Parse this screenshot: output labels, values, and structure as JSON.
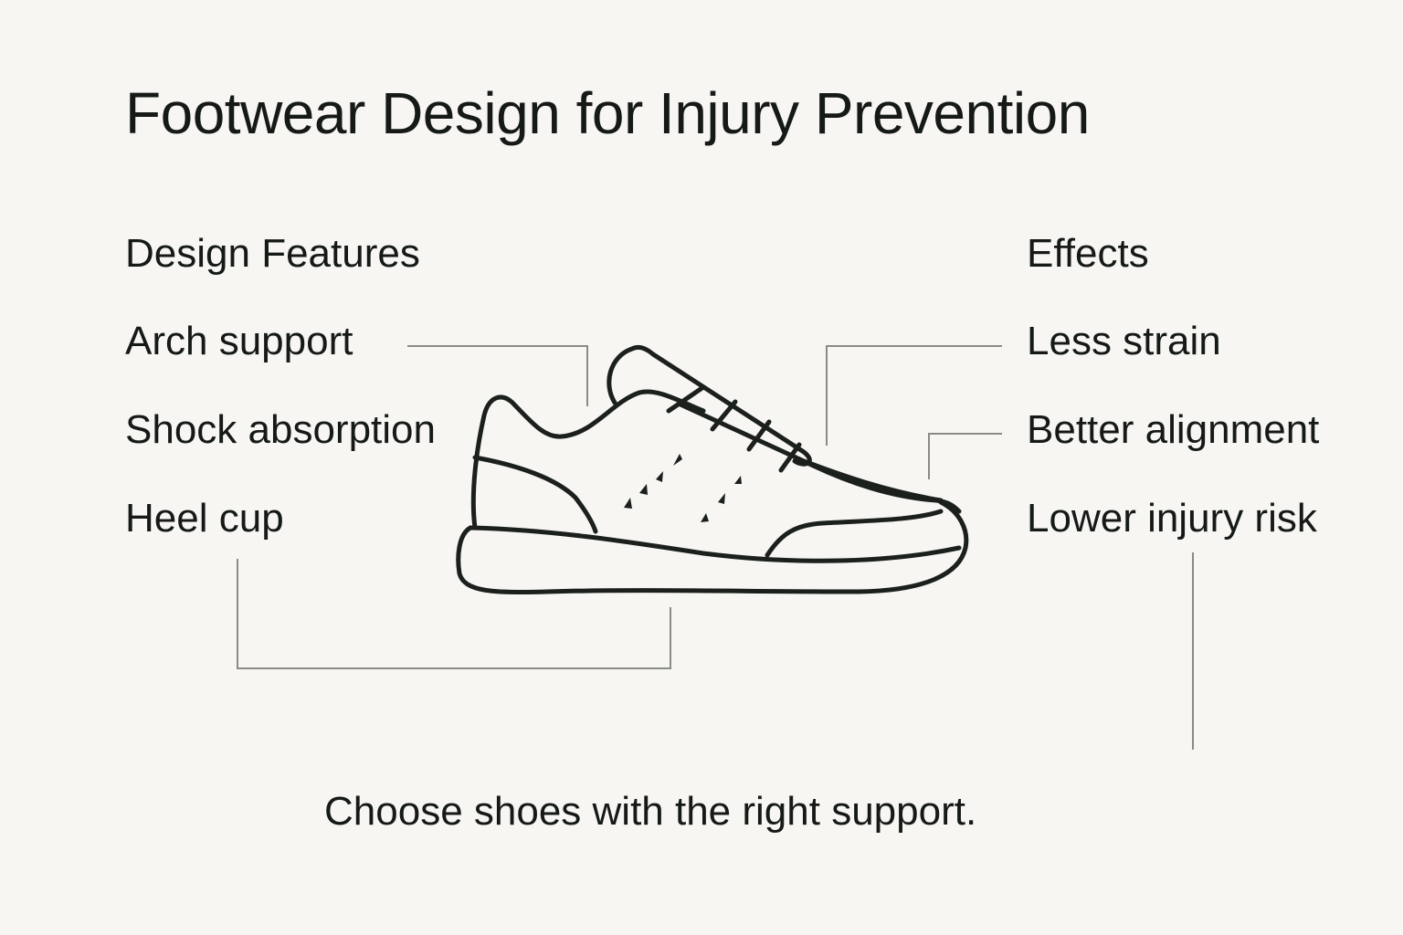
{
  "title": "Footwear Design for Injury Prevention",
  "left_column": {
    "heading": "Design Features",
    "items": [
      {
        "label": "Arch support"
      },
      {
        "label": "Shock absorption"
      },
      {
        "label": "Heel cup"
      }
    ]
  },
  "right_column": {
    "heading": "Effects",
    "items": [
      {
        "label": "Less strain"
      },
      {
        "label": "Better alignment"
      },
      {
        "label": "Lower injury risk"
      }
    ]
  },
  "illustration": {
    "icon": "sneaker-icon",
    "stroke_color": "#1b201d",
    "leader_line_color": "#8a8a87"
  },
  "footer": "Choose shoes with the right support.",
  "colors": {
    "background": "#f7f6f2",
    "text": "#161a17"
  }
}
